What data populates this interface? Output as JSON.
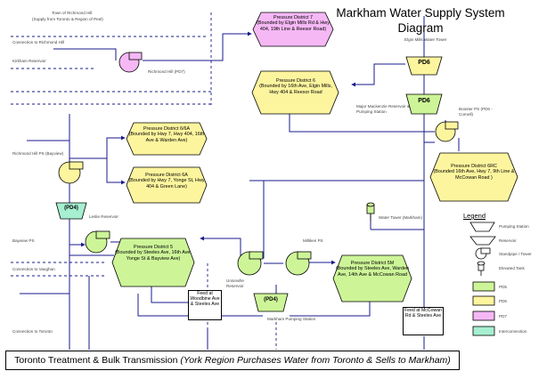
{
  "title": {
    "line1": "Markham Water Supply System",
    "line2": "Diagram"
  },
  "footer": {
    "main": "Toronto Treatment & Bulk Transmission",
    "italic": "(York Region Purchases Water from Toronto & Sells to Markham)"
  },
  "districts": {
    "pd7": {
      "title": "Pressure District 7",
      "desc": "(Bounded by Elgin Mills Rd & Hwy 404, 19th Line & Reesor Road)"
    },
    "pd6": {
      "title": "Pressure District 6",
      "desc": "(Bounded by 16th Ave, Elgin Mills, Hwy 404 & Reesor Road"
    },
    "pd6a_upper": {
      "title": "Pressure District 6/6A",
      "desc": "(Bounded by Hwy 7, Hwy 404, 16th Ave & Warden Ave)"
    },
    "pd6a": {
      "title": "Pressure District 6A",
      "desc": "(Bounded by Hwy 7, Yonge St, Hwy 404 & Green Lane)"
    },
    "pd6rc": {
      "title": "Pressure District 6RC",
      "desc": "(Bounded 16th Ave, Hwy 7, 9th Line & McCowan Road )"
    },
    "pd5": {
      "title": "Pressure District 5",
      "desc": "(Bounded by Steeles Ave, 16th Ave, Yonge St & Bayview Ave)"
    },
    "pd5m": {
      "title": "Pressure District 5M",
      "desc": "(Bounded by Steeles Ave, Warden Ave, 14th Ave & McCowan Road"
    }
  },
  "reservoirs": {
    "pd6_top": "PD6",
    "pd6_mid": "PD6",
    "pd4_left": "(PD4)",
    "pd4_bottom": "(PD4)"
  },
  "feeds": {
    "woodbine": "Feed at Woodbine Ave & Steeles Ave",
    "mccowan": "Feed at McCowan Rd & Steeles Ave"
  },
  "labels": [
    {
      "id": "tl1",
      "text": "Town of Richmond Hill"
    },
    {
      "id": "tl2",
      "text": "(Supply from Toronto & Region of Peel)"
    },
    {
      "id": "l1",
      "text": "Connection to Richmond Hill"
    },
    {
      "id": "l2",
      "text": "Kirkham Reservoir"
    },
    {
      "id": "l3",
      "text": "Richmond Hill (PD7)"
    },
    {
      "id": "l4",
      "text": "Elgin Mills Water Tower"
    },
    {
      "id": "l5",
      "text": "Major Mackenzie Reservoir & Pumping Station"
    },
    {
      "id": "l6",
      "text": "Booster PS (PD6 - Cornell)"
    },
    {
      "id": "l7",
      "text": "Richmond Hill PS (Bayview)"
    },
    {
      "id": "l8",
      "text": "Leslie Reservoir"
    },
    {
      "id": "l9",
      "text": "Bayview PS"
    },
    {
      "id": "l10",
      "text": "Connection to Vaughan"
    },
    {
      "id": "l11",
      "text": "Unionville Reservoir"
    },
    {
      "id": "l12",
      "text": "Milliken PS"
    },
    {
      "id": "l13",
      "text": "Water Tower (Markham)"
    },
    {
      "id": "l14",
      "text": "Connection to Toronto"
    },
    {
      "id": "l15",
      "text": "Markham Pumping Station"
    }
  ],
  "legend": {
    "title": "Legend",
    "items": [
      {
        "id": "li1",
        "text": "Pumping Station"
      },
      {
        "id": "li2",
        "text": "Reservoir"
      },
      {
        "id": "li3",
        "text": "Standpipe / Tower"
      },
      {
        "id": "li4",
        "text": "Elevated Tank"
      },
      {
        "id": "li5",
        "text": "PD5"
      },
      {
        "id": "li6",
        "text": "PD6"
      },
      {
        "id": "li7",
        "text": "PD7"
      },
      {
        "id": "li8",
        "text": "Interconnection"
      }
    ]
  },
  "colors": {
    "green": "#cdf598",
    "yellow": "#fdf59e",
    "pink": "#f5b8f5",
    "teal": "#a6efd0",
    "line": "#1a1a8c",
    "dash": "#1a1a8c"
  }
}
